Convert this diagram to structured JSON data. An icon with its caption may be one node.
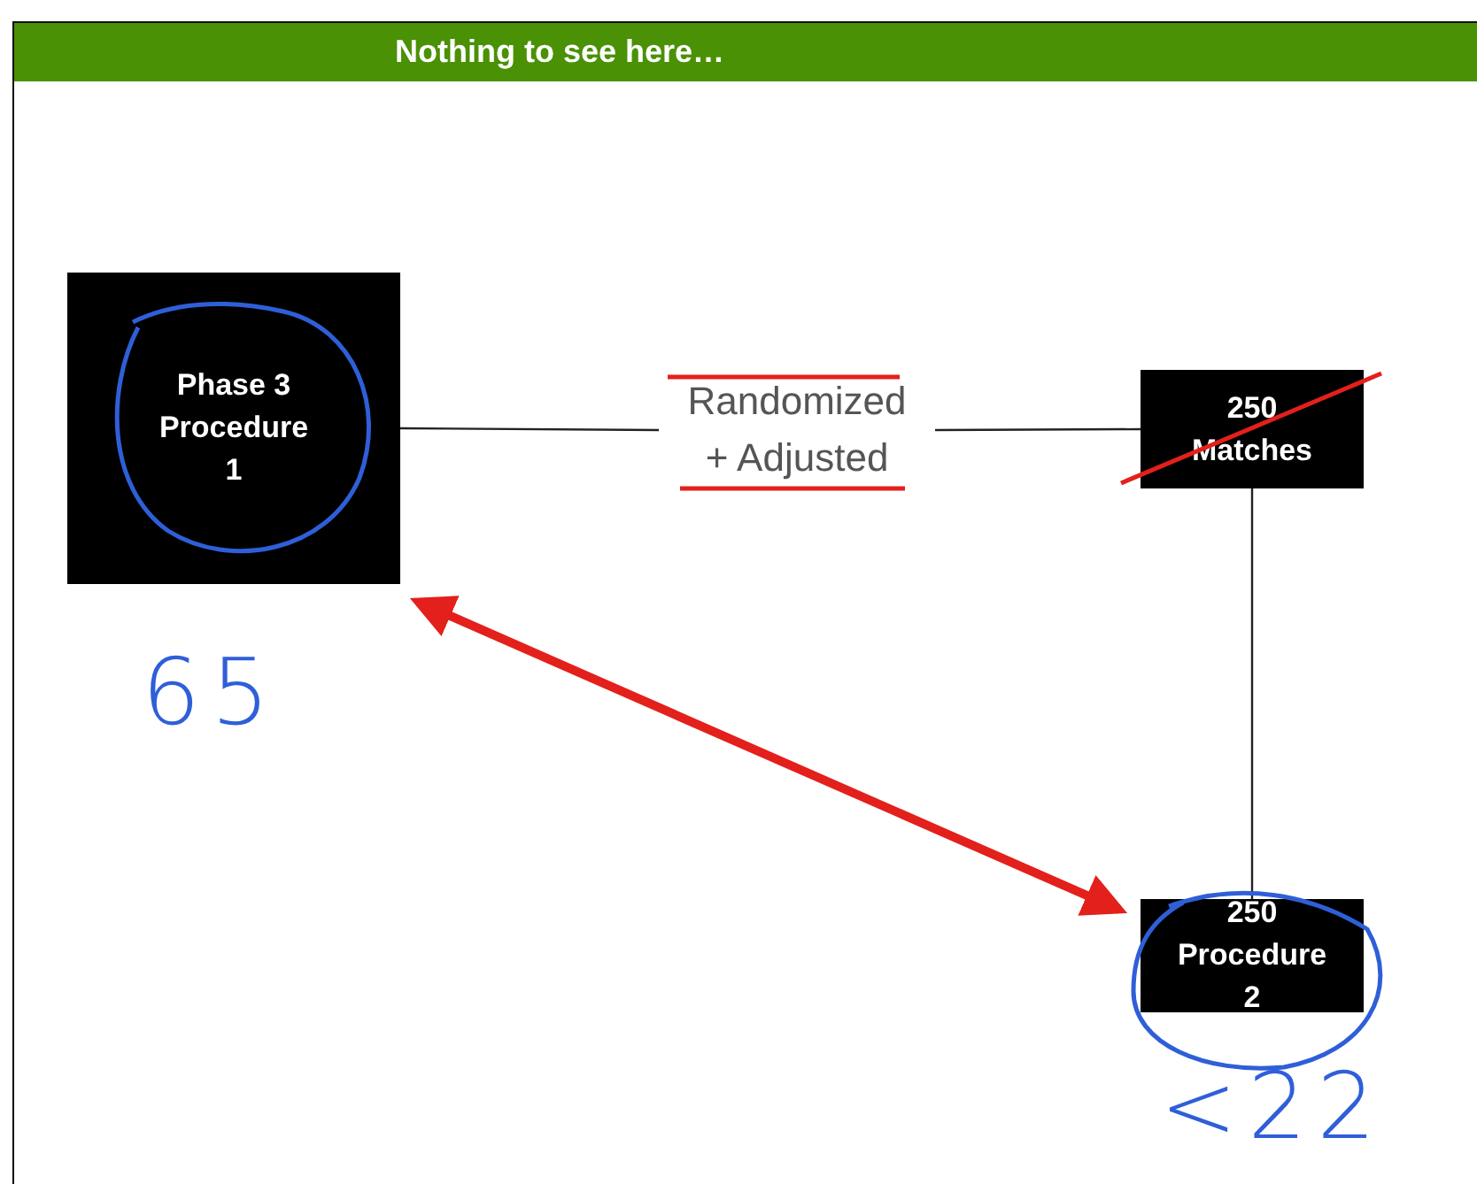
{
  "diagram": {
    "title": "Nothing to see here…",
    "nodes": [
      {
        "text": [
          "Phase 3 Procedure 1"
        ],
        "beside": [
          "65"
        ]
      },
      {
        "text": [
          "Randomized + Adjusted"
        ]
      },
      {
        "text": [
          "250 Matches"
        ]
      },
      {
        "text": [
          "250 Procedure 2"
        ],
        "beside": [
          "<22"
        ]
      }
    ],
    "edges": [
      {
        "from": 0,
        "to": 1,
        "arrow": "none"
      },
      {
        "from": 1,
        "to": 2,
        "arrow": "none"
      },
      {
        "from": 2,
        "to": 3,
        "arrow": "none"
      },
      {
        "from": 0,
        "to": 3,
        "arrow": "both",
        "style": "thick",
        "color": "#e3201b"
      }
    ]
  }
}
